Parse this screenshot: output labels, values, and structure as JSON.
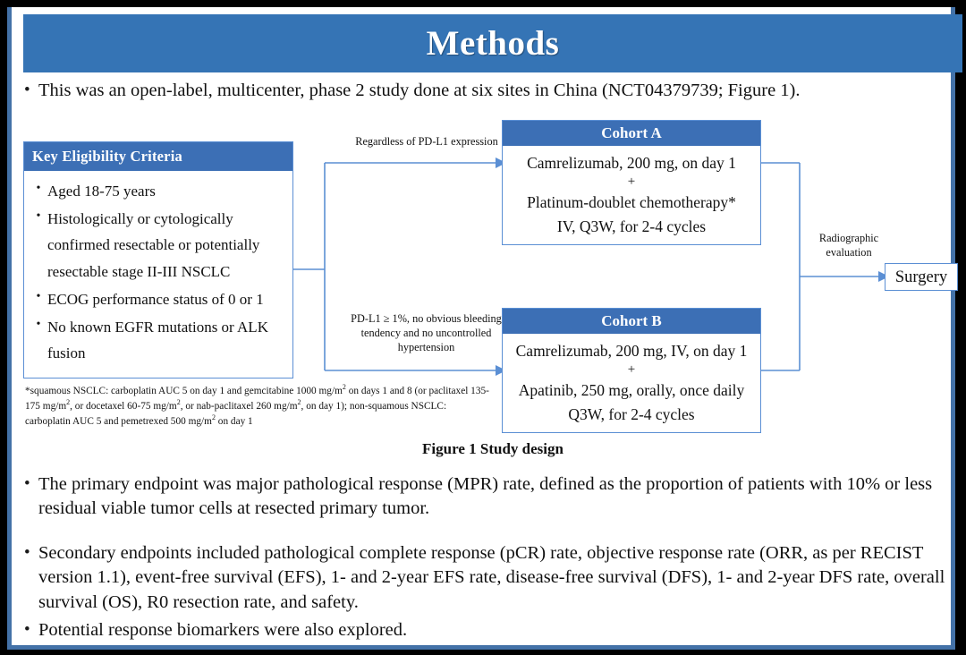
{
  "slide": {
    "title": "Methods",
    "accent_blue": "#3574b5",
    "box_header_blue": "#3c6fb5",
    "box_border_blue": "#5b8fd4",
    "frame_blue": "#4472a8",
    "background": "#ffffff",
    "text_color": "#111111"
  },
  "intro_bullet": {
    "marker": "•",
    "text": "This was an open-label, multicenter, phase 2 study done at six sites in China (NCT04379739; Figure 1)."
  },
  "figure": {
    "caption": "Figure 1 Study design",
    "eligibility": {
      "header": "Key  Eligibility Criteria",
      "marker": "•",
      "items": [
        "Aged 18-75 years",
        "Histologically or cytologically confirmed resectable or potentially resectable stage II-III  NSCLC",
        "ECOG performance status of 0 or 1",
        "No known EGFR mutations or ALK fusion"
      ]
    },
    "footnote": "*squamous NSCLC: carboplatin AUC 5 on day 1 and gemcitabine 1000 mg/m2 on days 1 and 8 (or paclitaxel 135-175 mg/m2, or docetaxel 60-75 mg/m2, or nab-paclitaxel 260 mg/m2, on day 1); non-squamous NSCLC: carboplatin AUC 5 and pemetrexed 500 mg/m2 on day 1",
    "arrow_labels": {
      "to_cohort_a": "Regardless of PD-L1 expression",
      "to_cohort_b": "PD-L1 ≥ 1%, no obvious bleeding tendency and no uncontrolled hypertension",
      "to_surgery": "Radiographic evaluation"
    },
    "cohort_a": {
      "header": "Cohort A",
      "line1": "Camrelizumab, 200 mg, on day 1",
      "plus": "+",
      "line2": "Platinum-doublet chemotherapy*",
      "line3": "IV, Q3W, for 2-4 cycles"
    },
    "cohort_b": {
      "header": "Cohort B",
      "line1": "Camrelizumab, 200 mg, IV, on day 1",
      "plus": "+",
      "line2": "Apatinib, 250 mg, orally, once daily",
      "line3": "Q3W, for 2-4 cycles"
    },
    "surgery": {
      "label": "Surgery"
    }
  },
  "endpoint_bullets": [
    {
      "marker": "•",
      "text": "The primary endpoint was major pathological response (MPR) rate, defined as the proportion of patients with 10% or less residual viable tumor cells at resected primary tumor."
    },
    {
      "marker": "•",
      "text": "Secondary endpoints included pathological complete response (pCR) rate, objective response rate (ORR, as per RECIST version 1.1), event-free survival (EFS), 1- and 2-year EFS rate, disease-free survival (DFS), 1- and 2-year DFS rate, overall survival (OS), R0 resection rate, and safety."
    },
    {
      "marker": "•",
      "text": "Potential response biomarkers were also explored."
    }
  ]
}
